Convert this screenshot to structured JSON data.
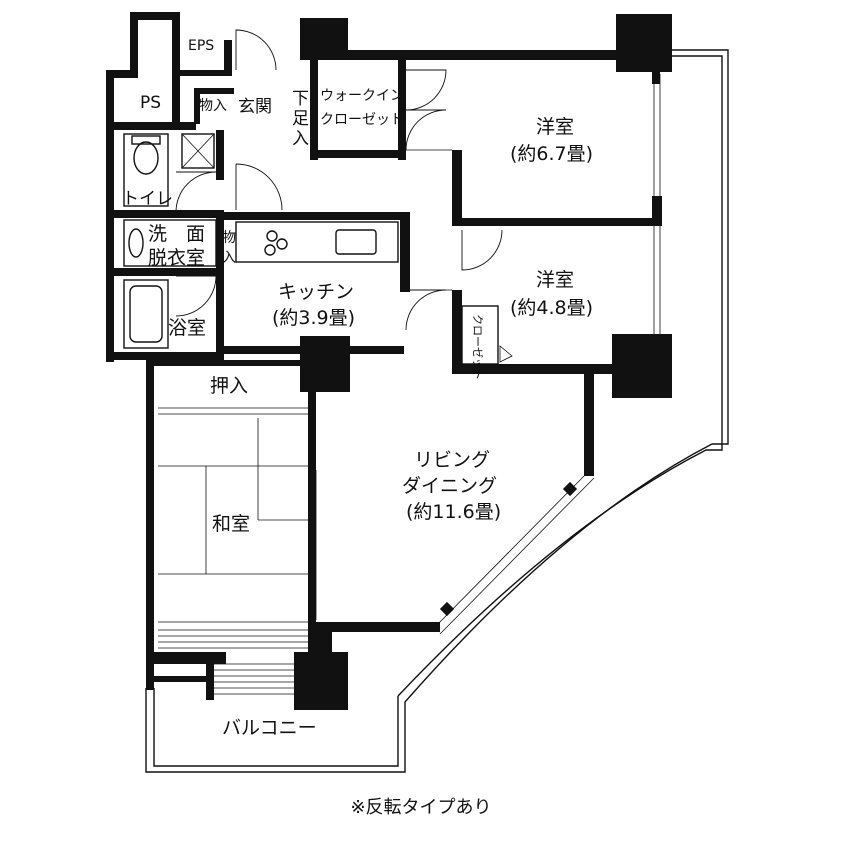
{
  "rooms": {
    "eps": "EPS",
    "ps": "PS",
    "storage_entry": "物入",
    "entrance": "玄関",
    "shoe_storage": [
      "下",
      "足",
      "入"
    ],
    "walk_in_closet": [
      "ウォークイン",
      "クローゼット"
    ],
    "western1": [
      "洋室",
      "(約6.7畳)"
    ],
    "toilet": "トイレ",
    "washroom": [
      "洗　面",
      "脱衣室"
    ],
    "storage_wash": [
      "物",
      "入"
    ],
    "kitchen": [
      "キッチン",
      "(約3.9畳)"
    ],
    "western2": [
      "洋室",
      "(約4.8畳)"
    ],
    "closet": "クローゼット",
    "bath": "浴室",
    "oshiire": "押入",
    "living": [
      "リビング",
      "ダイニング",
      "(約11.6畳)"
    ],
    "washitsu": "和室",
    "balcony": "バルコニー"
  },
  "note": "※反転タイプあり"
}
